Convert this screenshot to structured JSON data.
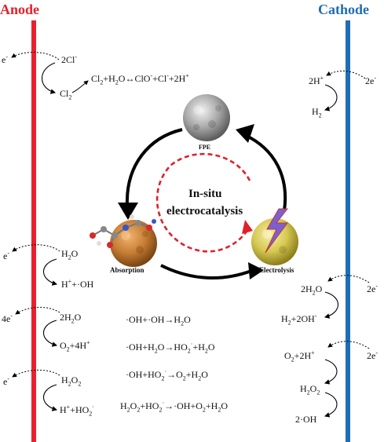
{
  "header": {
    "anode": "Anode",
    "cathode": "Cathode"
  },
  "colors": {
    "anode_bar": "#e8212b",
    "cathode_bar": "#1f6db5",
    "cycle_dashed": "#e1202a",
    "arrow": "#000000"
  },
  "center": {
    "line1": "In-situ",
    "line2": "electrocatalysis"
  },
  "particles": {
    "fpe": "FPE",
    "absorption": "Absorption",
    "electrolysis": "Electrolysis"
  },
  "anode": {
    "r1": {
      "e": "e",
      "src_main": "2Cl",
      "src_sup": "-",
      "prod_main": "Cl",
      "prod_sub": "2"
    },
    "r1b": {
      "lhs": "Cl",
      "lhs_sub": "2",
      "rest": "+H",
      "rest_sub": "2",
      "rest2": "O↔ClO",
      "sup1": "-",
      "rest3": "+Cl",
      "sup2": "-",
      "rest4": "+2H",
      "sup3": "+"
    },
    "r2": {
      "e": "e",
      "src": "H",
      "src_sub": "2",
      "src2": "O",
      "prod": "H",
      "prod_sup": "+",
      "prod2": "+·OH"
    },
    "r3": {
      "e": "4e",
      "src": "2H",
      "src_sub": "2",
      "src2": "O",
      "prod": "O",
      "prod_sub": "2",
      "prod2": "+4H",
      "prod_sup": "+"
    },
    "r4": {
      "e": "e",
      "src": "H",
      "src_sub1": "2",
      "src2": "O",
      "src_sub2": "2",
      "prod": "H",
      "prod_sup": "+",
      "prod2": "+HO",
      "prod_sub": "2",
      "prod_sup2": "·"
    }
  },
  "mid": {
    "m1": "·OH+·OH→H",
    "m1_sub": "2",
    "m1_end": "O",
    "m2": "·OH+H",
    "m2_sub": "2",
    "m2_b": "O→HO",
    "m2_sub2": "2",
    "m2_sup": "·",
    "m2_c": "+H",
    "m2_sub3": "2",
    "m2_end": "O",
    "m3": "·OH+HO",
    "m3_sub": "2",
    "m3_sup": "·",
    "m3_b": "→O",
    "m3_sub2": "2",
    "m3_c": "+H",
    "m3_sub3": "2",
    "m3_end": "O",
    "m4": "H",
    "m4_sub1": "2",
    "m4_b": "O",
    "m4_sub2": "2",
    "m4_c": "+HO",
    "m4_sub3": "2",
    "m4_sup": "·",
    "m4_d": "→·OH+O",
    "m4_sub4": "2",
    "m4_e": "+H",
    "m4_sub5": "2",
    "m4_end": "O"
  },
  "cathode": {
    "c1": {
      "src": "2H",
      "src_sup": "+",
      "e": "2e",
      "prod": "H",
      "prod_sub": "2"
    },
    "c2": {
      "src": "2H",
      "src_sub": "2",
      "src2": "O",
      "e": "2e",
      "prod": "H",
      "prod_sub": "2",
      "prod2": "+2OH",
      "prod_sup": "-"
    },
    "c3": {
      "src": "O",
      "src_sub": "2",
      "src2": "+2H",
      "src_sup": "+",
      "e": "2e",
      "mid": "H",
      "mid_sub1": "2",
      "mid2": "O",
      "mid_sub2": "2",
      "prod": "2·OH"
    }
  },
  "sup_minus": "-"
}
